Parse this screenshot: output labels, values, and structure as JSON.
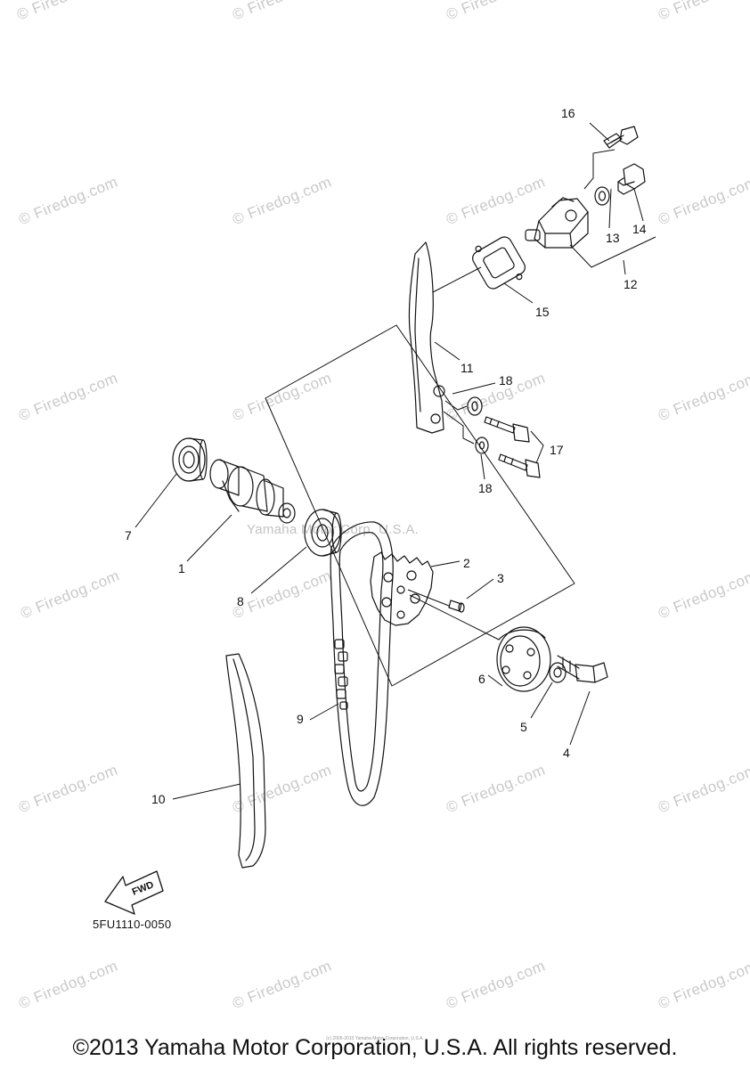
{
  "watermark_text": "© Firedog.com",
  "center_watermark": "Yamaha Motor Corp, U.S.A.",
  "fwd_label": "FWD",
  "diagram_code": "5FU1110-0050",
  "micro_copyright": "(c) 2005-2015 Yamaha Motor Corporation, U.S.A.",
  "copyright": "©2013 Yamaha Motor Corporation, U.S.A. All rights reserved.",
  "callouts": {
    "c1": "1",
    "c2": "2",
    "c3": "3",
    "c4": "4",
    "c5": "5",
    "c6": "6",
    "c7": "7",
    "c8": "8",
    "c9": "9",
    "c10": "10",
    "c11": "11",
    "c12": "12",
    "c13": "13",
    "c14": "14",
    "c15": "15",
    "c16": "16",
    "c17": "17",
    "c18a": "18",
    "c18b": "18"
  }
}
